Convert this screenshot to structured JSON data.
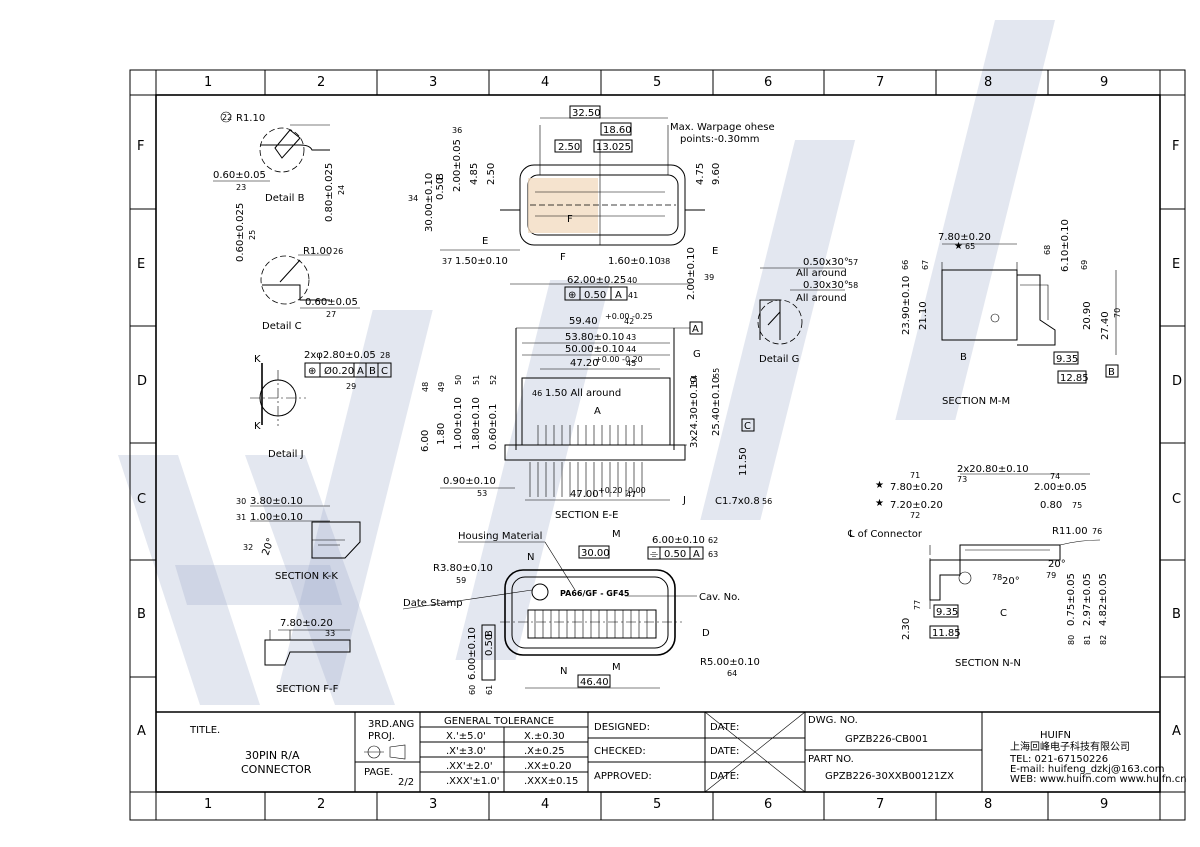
{
  "grid": {
    "columns": [
      "1",
      "2",
      "3",
      "4",
      "5",
      "6",
      "7",
      "8",
      "9"
    ],
    "rows": [
      "F",
      "E",
      "D",
      "C",
      "B",
      "A"
    ]
  },
  "watermark": "HUIFN",
  "details": {
    "detail_b": {
      "title": "Detail B",
      "r": "R1.10",
      "r_ref": "22",
      "w": "0.60±0.05",
      "w_ref": "23",
      "h": "0.80±0.025",
      "h_ref": "24"
    },
    "detail_c": {
      "title": "Detail C",
      "r": "R1.00",
      "r_ref": "26",
      "h": "0.60±0.025",
      "h_ref": "25",
      "w": "0.60±0.05",
      "w_ref": "27"
    },
    "detail_j": {
      "title": "Detail J",
      "k": "K",
      "hole": "2xφ2.80±0.05",
      "hole_ref": "28",
      "pos": "Ø0.20",
      "refs": [
        "A",
        "B",
        "C"
      ],
      "pos_ref": "29"
    },
    "section_kk": {
      "title": "SECTION K-K",
      "a": "3.80±0.10",
      "a_ref": "30",
      "b": "1.00±0.10",
      "b_ref": "31",
      "c": "20°",
      "c_ref": "32"
    },
    "section_ff": {
      "title": "SECTION F-F",
      "a": "7.80±0.20",
      "a_ref": "33"
    },
    "detail_g": {
      "title": "Detail G",
      "a": "0.50x30°",
      "a_note": "All around",
      "a_ref": "57",
      "b": "0.30x30°",
      "b_note": "All around",
      "b_ref": "58"
    }
  },
  "top_view": {
    "dims": [
      "32.50",
      "18.60",
      "2.50",
      "13.025",
      "4.85",
      "2.50",
      "4.75",
      "9.60"
    ],
    "note": "Max. Warpage ohese points:-0.30mm",
    "d30": "30.00±0.10",
    "d30_ref": "34",
    "d050": "0.50",
    "d050_datum": "B",
    "d050_ref": "35",
    "d200": "2.00±0.05",
    "d200_ref": "36",
    "d150": "1.50±0.10",
    "d150_ref": "37",
    "d160": "1.60±0.10",
    "d160_ref": "38",
    "d200b": "2.00±0.10",
    "d200b_ref": "39",
    "d62": "62.00±0.25",
    "d62_ref": "40",
    "pos": "0.50",
    "pos_datum": "A",
    "pos_ref": "41",
    "labels": [
      "E",
      "E",
      "F",
      "F"
    ]
  },
  "section_ee": {
    "title": "SECTION E-E",
    "d59": "59.40",
    "d59_tol": "+0.00 -0.25",
    "d59_ref": "42",
    "datum_a": "A",
    "d53": "53.80±0.10",
    "d53_ref": "43",
    "d50": "50.00±0.10",
    "d50_ref": "44",
    "d47": "47.20",
    "d47_tol": "+0.00 -0.20",
    "d47_ref": "45",
    "d150": "1.50 All around",
    "d150_ref": "46",
    "d47b": "47.00",
    "d47b_tol": "+0.20 -0.00",
    "d47b_ref": "47",
    "d6": "6.00",
    "d6_ref": "48",
    "d18": "1.80",
    "d18_ref": "49",
    "d1": "1.00±0.10",
    "d1_ref": "50",
    "d18b": "1.80±0.10",
    "d18b_ref": "51",
    "d06": "0.60±0.1",
    "d06_ref": "52",
    "d09": "0.90±0.10",
    "d09_ref": "53",
    "d24": "3x24.30±0.10",
    "d24_ref": "54",
    "d25": "25.40±0.10",
    "d25_ref": "55",
    "d115": "11.50",
    "datum_c": "C",
    "chamfer": "C1.7x0.8",
    "chamfer_ref": "56",
    "labels": [
      "G",
      "A",
      "J"
    ]
  },
  "section_mm": {
    "title": "SECTION M-M",
    "d78": "7.80±0.20",
    "d78_ref": "65",
    "d61": "6.10±0.10",
    "d61_ref": "68",
    "d239": "23.90±0.10",
    "d239_ref": "66",
    "d211": "21.10",
    "d211_ref": "67",
    "d209": "20.90",
    "d209_ref": "69",
    "d274": "27.40",
    "d274_ref": "70",
    "d935": "9.35",
    "d1285": "12.85",
    "datum_b": "B",
    "b_label": "B"
  },
  "section_nn": {
    "title": "SECTION N-N",
    "d2x": "2x20.80±0.10",
    "d2x_ref": "73",
    "d78": "7.80±0.20",
    "d78_ref": "71",
    "d72": "7.20±0.20",
    "d72_ref": "72",
    "d200": "2.00±0.05",
    "d200_ref": "74",
    "d080": "0.80",
    "d080_ref": "75",
    "r11": "R11.00",
    "r11_ref": "76",
    "ang1": "20°",
    "ang1_ref": "79",
    "ang2": "20°",
    "ang2_ref": "78",
    "d075": "0.75±0.05",
    "d075_ref": "80",
    "d297": "2.97±0.05",
    "d297_ref": "81",
    "d482": "4.82±0.05",
    "d482_ref": "82",
    "d230": "2.30",
    "d230_ref": "77",
    "d935": "9.35",
    "d1185": "11.85",
    "cl": "℄ of Connector",
    "c_label": "C"
  },
  "front_view": {
    "housing": "Housing Material",
    "date": "Date Stamp",
    "cav": "Cav. No.",
    "mark": "PA66/GF - GF45",
    "r38": "R3.80±0.10",
    "r38_ref": "59",
    "d30": "30.00",
    "d6": "6.00±0.10",
    "d6_ref": "62",
    "flat": "0.50",
    "flat_datum": "A",
    "flat_ref": "63",
    "d6v": "6.00±0.10",
    "d6v_ref": "60",
    "d05v": "0.50",
    "d05v_datum": "B",
    "d05v_ref": "61",
    "r5": "R5.00±0.10",
    "r5_ref": "64",
    "d464": "46.40",
    "labels": [
      "M",
      "N",
      "N",
      "M",
      "D"
    ]
  },
  "title_block": {
    "title_label": "TITLE.",
    "title": "30PIN R/A CONNECTOR",
    "title_l1": "30PIN R/A",
    "title_l2": "CONNECTOR",
    "proj": "3RD.ANG PROJ.",
    "page_label": "PAGE.",
    "page": "2/2",
    "tol_header": "GENERAL TOLERANCE",
    "tol_rows": [
      [
        "X.'±5.0'",
        "X.±0.30"
      ],
      [
        ".X'±3.0'",
        ".X±0.25"
      ],
      [
        ".XX'±2.0'",
        ".XX±0.20"
      ],
      [
        ".XXX'±1.0'",
        ".XXX±0.15"
      ]
    ],
    "designed": "DESIGNED:",
    "checked": "CHECKED:",
    "approved": "APPROVED:",
    "date": "DATE:",
    "dwg_label": "DWG. NO.",
    "dwg": "GPZB226-CB001",
    "part_label": "PART NO.",
    "part": "GPZB226-30XXB00121ZX",
    "company_logo": "HUIFN",
    "company": "上海回峰电子科技有限公司",
    "tel": "TEL: 021-67150226",
    "email": "E-mail: huifeng_dzkj@163.com",
    "web": "WEB: www.huifn.com  www.huifn.cn"
  }
}
